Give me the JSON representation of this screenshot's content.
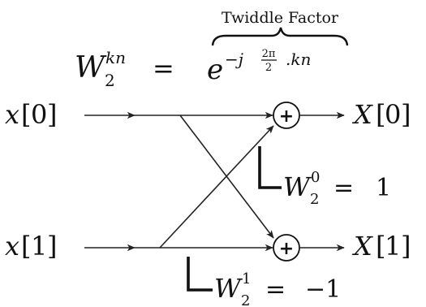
{
  "twiddle_label": "Twiddle Factor",
  "formula": {
    "W": "W",
    "sub": "2",
    "sup": "kn",
    "equals": "=",
    "base": "e",
    "exp_prefix": "−j",
    "frac_num": "2π",
    "frac_den": "2",
    "exp_suffix": ".kn"
  },
  "inputs": [
    {
      "name": "x",
      "index": "0"
    },
    {
      "name": "x",
      "index": "1"
    }
  ],
  "outputs": [
    {
      "name": "X",
      "index": "0"
    },
    {
      "name": "X",
      "index": "1"
    }
  ],
  "twiddles": [
    {
      "W": "W",
      "sub": "2",
      "sup": "0",
      "equals": "=",
      "value": "1"
    },
    {
      "W": "W",
      "sub": "2",
      "sup": "1",
      "equals": "=",
      "value": "−1"
    }
  ],
  "adder_symbol": "+"
}
